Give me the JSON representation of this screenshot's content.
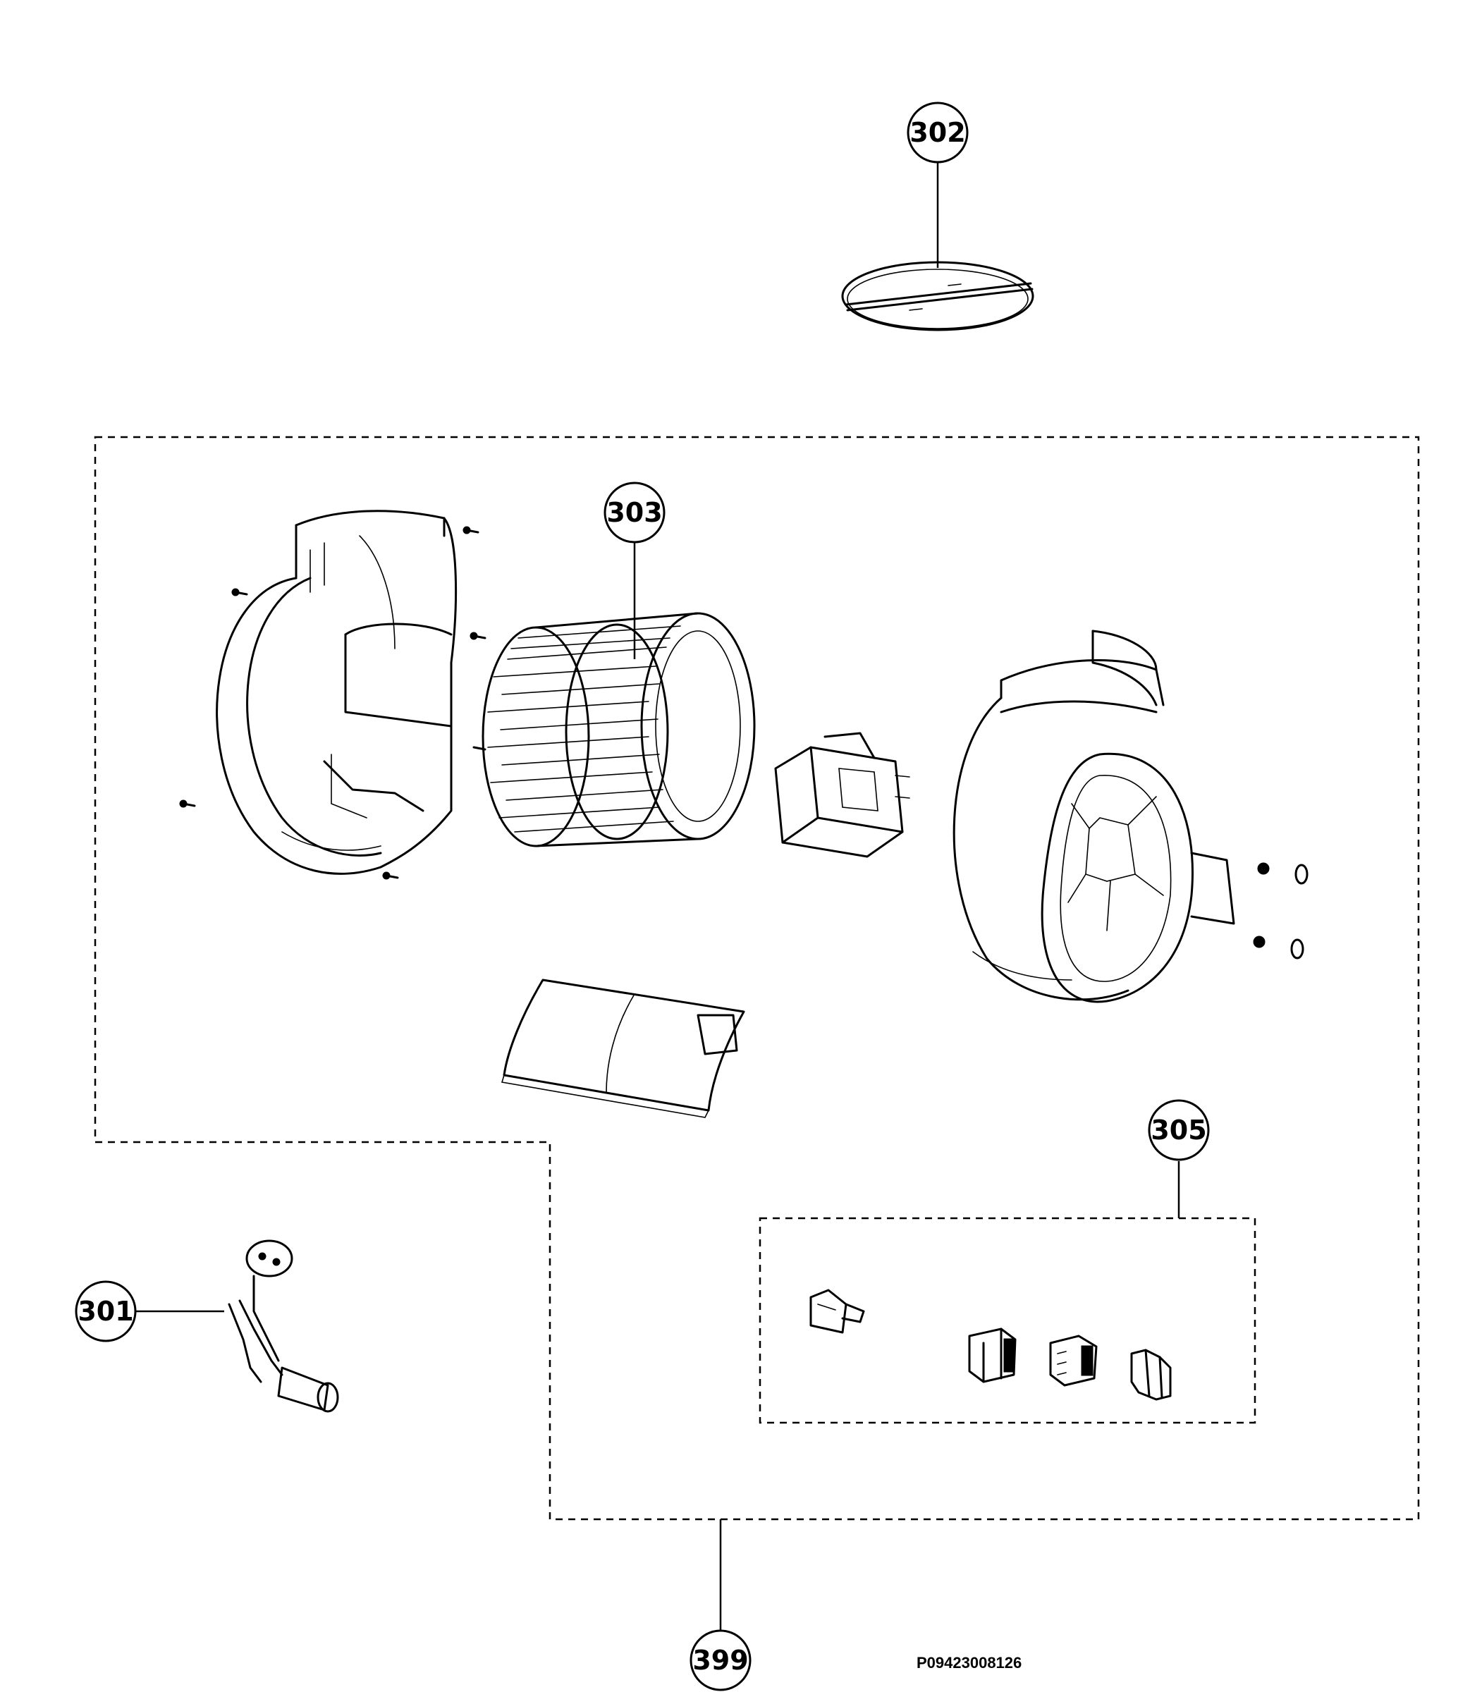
{
  "callouts": {
    "c301": "301",
    "c302": "302",
    "c303": "303",
    "c305": "305",
    "c399": "399"
  },
  "document_code": "P09423008126"
}
